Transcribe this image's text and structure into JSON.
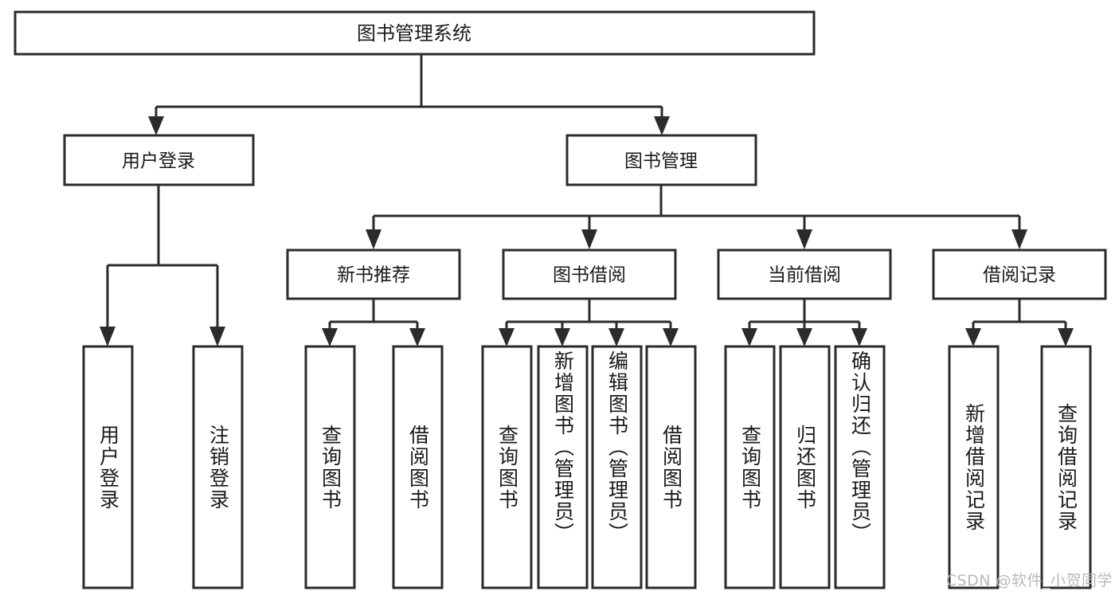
{
  "diagram": {
    "type": "tree-hierarchy-flowchart",
    "title": "图书管理系统",
    "watermark": "CSDN @软件_小贺同学",
    "colors": {
      "box_stroke": "#2b2b2b",
      "box_fill": "#ffffff",
      "connector": "#2b2b2b",
      "text": "#1a1a1a",
      "watermark": "#b9b9b9",
      "background": "#ffffff"
    },
    "root": {
      "label": "图书管理系统"
    },
    "level2": [
      {
        "id": "user-login",
        "label": "用户登录"
      },
      {
        "id": "book-manage",
        "label": "图书管理"
      }
    ],
    "level3": [
      {
        "id": "new-book-recommend",
        "label": "新书推荐",
        "parent": "book-manage"
      },
      {
        "id": "book-borrow",
        "label": "图书借阅",
        "parent": "book-manage"
      },
      {
        "id": "current-borrow",
        "label": "当前借阅",
        "parent": "book-manage"
      },
      {
        "id": "borrow-record",
        "label": "借阅记录",
        "parent": "book-manage"
      }
    ],
    "leaves": {
      "user-login": [
        {
          "id": "leaf-user-login",
          "label": "用户登录"
        },
        {
          "id": "leaf-user-logout",
          "label": "注销登录"
        }
      ],
      "new-book-recommend": [
        {
          "id": "leaf-query-book-1",
          "label": "查询图书"
        },
        {
          "id": "leaf-borrow-book-1",
          "label": "借阅图书"
        }
      ],
      "book-borrow": [
        {
          "id": "leaf-query-book-2",
          "label": "查询图书"
        },
        {
          "id": "leaf-add-book",
          "label": "新增图书（管理员）"
        },
        {
          "id": "leaf-edit-book",
          "label": "编辑图书（管理员）"
        },
        {
          "id": "leaf-borrow-book-2",
          "label": "借阅图书"
        }
      ],
      "current-borrow": [
        {
          "id": "leaf-query-book-3",
          "label": "查询图书"
        },
        {
          "id": "leaf-return-book",
          "label": "归还图书"
        },
        {
          "id": "leaf-confirm-return",
          "label": "确认归还（管理员）"
        }
      ],
      "borrow-record": [
        {
          "id": "leaf-add-record",
          "label": "新增借阅记录"
        },
        {
          "id": "leaf-query-record",
          "label": "查询借阅记录"
        }
      ]
    }
  }
}
